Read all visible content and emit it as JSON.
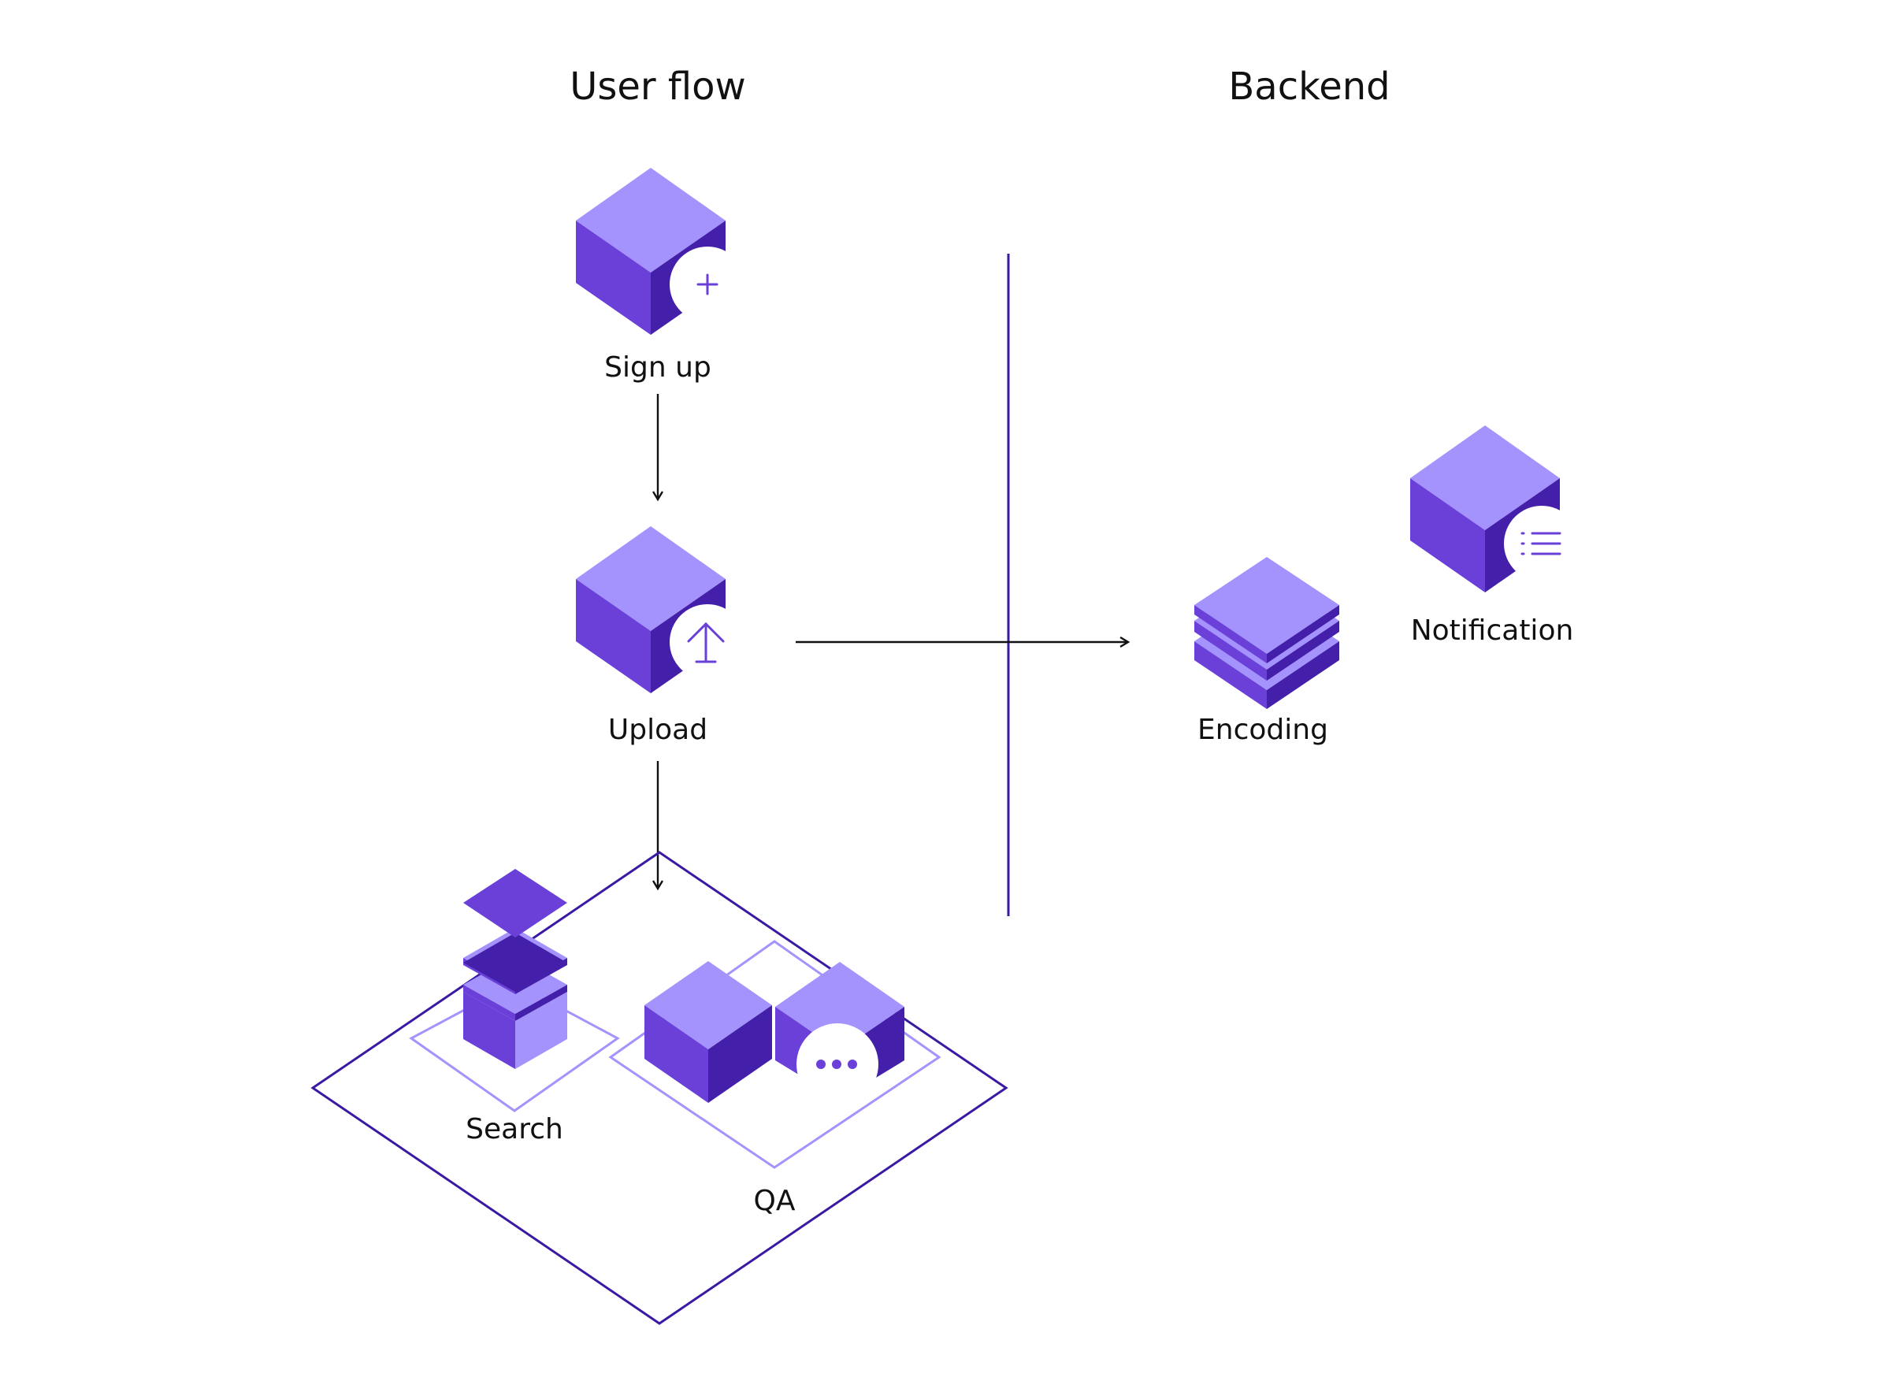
{
  "titles": {
    "user_flow": "User flow",
    "backend": "Backend"
  },
  "nodes": {
    "sign_up": {
      "label": "Sign up",
      "icon": "plus-icon"
    },
    "upload": {
      "label": "Upload",
      "icon": "upload-arrow-icon"
    },
    "search": {
      "label": "Search",
      "icon": "layered-stack-icon"
    },
    "qa": {
      "label": "QA",
      "icon": "chat-ellipsis-icon"
    },
    "encoding": {
      "label": "Encoding",
      "icon": "layers-icon"
    },
    "notification": {
      "label": "Notification",
      "icon": "list-icon"
    }
  },
  "colors": {
    "cube_top": "#A593FD",
    "cube_left": "#6A40D9",
    "cube_right": "#4420AA",
    "outline_dark": "#3B1AA3",
    "outline_light": "#A593FD",
    "badge": "#FFFFFF",
    "line": "#111111"
  }
}
